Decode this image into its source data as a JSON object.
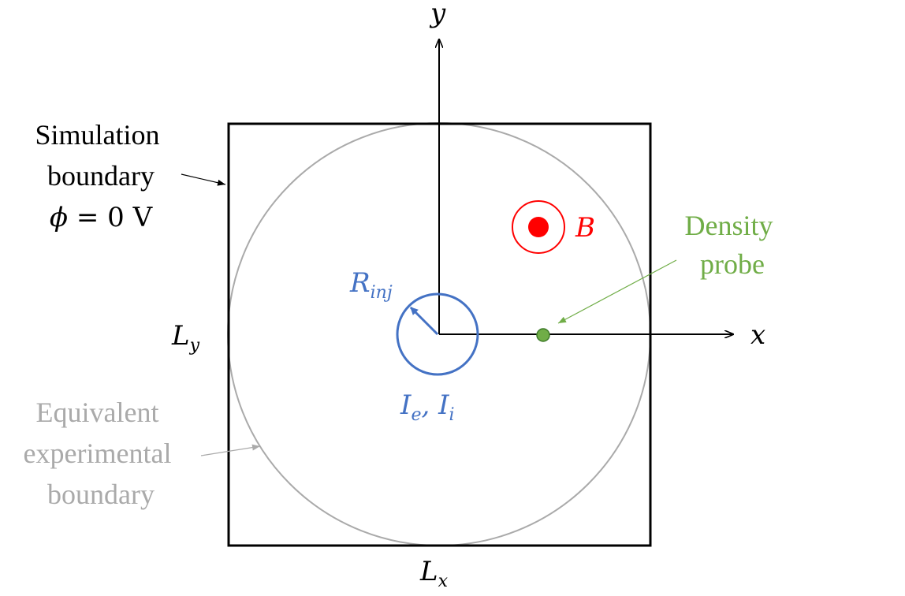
{
  "labels": {
    "y_axis": "y",
    "x_axis": "x",
    "sim_boundary_line1": "Simulation",
    "sim_boundary_line2": "boundary",
    "phi_symbol": "ϕ",
    "phi_equals": " = 0 V",
    "ly_main": "L",
    "ly_sub": "y",
    "lx_main": "L",
    "lx_sub": "x",
    "rinj_main": "R",
    "rinj_sub": "inj",
    "current_ie_main": "I",
    "current_ie_sub": "e",
    "current_sep": ", ",
    "current_ii_main": "I",
    "current_ii_sub": "i",
    "b_field": "B",
    "density_line1": "Density",
    "density_line2": "probe",
    "equiv_line1": "Equivalent",
    "equiv_line2": "experimental",
    "equiv_line3": "boundary"
  },
  "colors": {
    "axis": "#000000",
    "sim_boundary": "#000000",
    "experimental_boundary": "#aaaaaa",
    "injection": "#4472c4",
    "b_field": "#ff0000",
    "probe_fill": "#70ad47",
    "probe_stroke": "#3d7a28",
    "probe_label": "#70ad47",
    "equiv_label": "#aaaaaa"
  },
  "icons": {
    "b_field_symbol": "out-of-page-dot-circle-icon",
    "probe_marker": "filled-circle-icon"
  }
}
